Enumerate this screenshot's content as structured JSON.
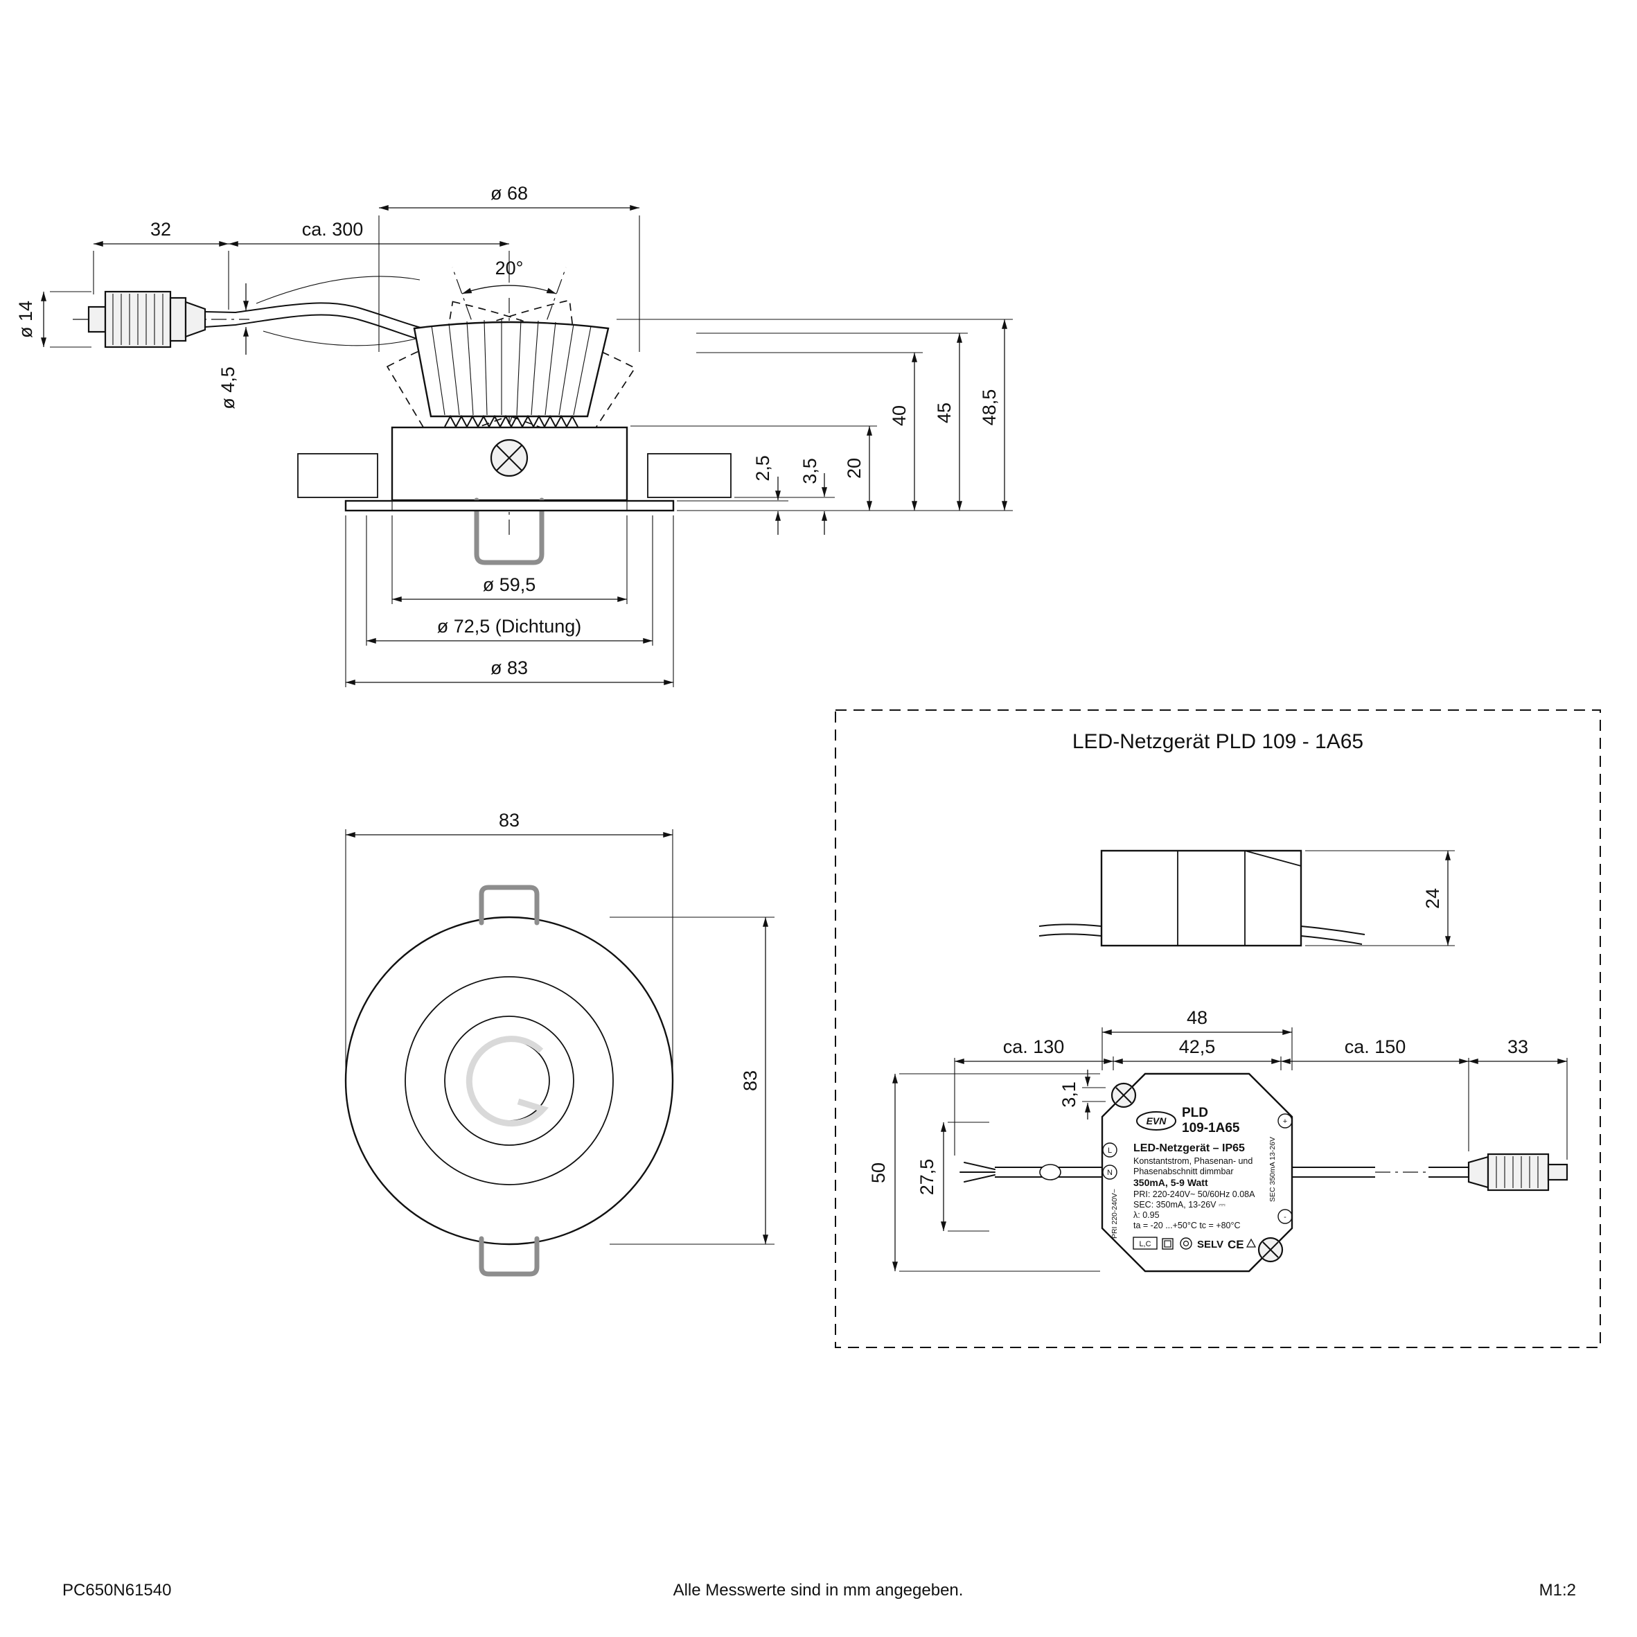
{
  "side_view": {
    "dims": {
      "diameter_top": "ø 68",
      "connector_length": "32",
      "cable_length": "ca. 300",
      "connector_diameter": "ø 14",
      "cable_diameter": "ø 4,5",
      "tilt_angle": "20°",
      "trim_thickness": "2,5",
      "trim_offset": "3,5",
      "recess_upper": "20",
      "height_40": "40",
      "height_45": "45",
      "height_total": "48,5",
      "cutout_diameter": "ø 59,5",
      "gasket_diameter": "ø 72,5 (Dichtung)",
      "outer_diameter": "ø 83"
    }
  },
  "front_view": {
    "dims": {
      "width": "83",
      "height": "83"
    }
  },
  "driver": {
    "title": "LED-Netzgerät PLD 109 - 1A65",
    "dims": {
      "height": "24",
      "body_width": "48",
      "inner_width": "42,5",
      "cable_left": "ca. 130",
      "cable_right": "ca. 150",
      "connector_length": "33",
      "hole_offset": "3,1",
      "cable_offset": "27,5",
      "body_height": "50"
    },
    "label": {
      "brand": "EVN",
      "model_line1": "PLD",
      "model_line2": "109-1A65",
      "type_line": "LED-Netzgerät  –  IP65",
      "desc_line1": "Konstantstrom, Phasenan- und",
      "desc_line2": "Phasenabschnitt dimmbar",
      "power_line": "350mA, 5-9 Watt",
      "pri_line": "PRI: 220-240V~  50/60Hz 0.08A",
      "sec_line": "SEC: 350mA, 13-26V ⎓",
      "lambda_line": "λ: 0.95",
      "temp_line": "ta = -20 ...+50°C  tc = +80°C",
      "lc_mark": "L,C",
      "selv_mark": "SELV",
      "ce_mark": "CE",
      "pri_side": "PRI  220-240V~",
      "sec_side": "SEC  350mA  13-26V",
      "terminal_l": "L",
      "terminal_n": "N",
      "terminal_plus": "+",
      "terminal_minus": "-"
    }
  },
  "footer": {
    "left": "PC650N61540",
    "center": "Alle Messwerte sind in mm angegeben.",
    "right": "M1:2"
  }
}
